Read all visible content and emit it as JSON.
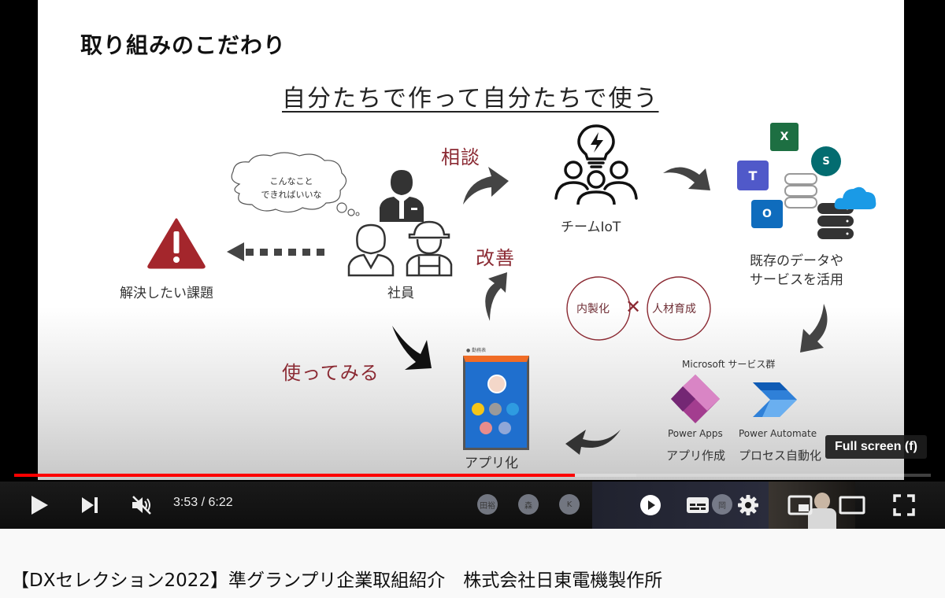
{
  "slide": {
    "title": "取り組みのこだわり",
    "subtitle": "自分たちで作って自分たちで使う",
    "issue_label": "解決したい課題",
    "thought_bubble": [
      "こんなこと",
      "できればいいな"
    ],
    "employees_label": "社員",
    "consult_label": "相談",
    "improve_label": "改善",
    "try_label": "使ってみる",
    "team_label": "チームIoT",
    "existing_label_line1": "既存のデータや",
    "existing_label_line2": "サービスを活用",
    "circle_left": "内製化",
    "circle_right": "人材育成",
    "cross_symbol": "✕",
    "app_label": "アプリ化",
    "microsoft_group_label": "Microsoft サービス群",
    "power_apps": {
      "name": "Power Apps",
      "desc": "アプリ作成"
    },
    "power_automate": {
      "name": "Power Automate",
      "desc": "プロセス自動化"
    },
    "service_icons": [
      "Excel",
      "SharePoint",
      "Teams",
      "Outlook",
      "Database",
      "Cloud"
    ],
    "colors": {
      "accent_red": "#8b2a33",
      "warning_red": "#a4262c",
      "power_apps": "#a33d8f",
      "power_automate": "#2563c9"
    }
  },
  "player": {
    "current_time": "3:53",
    "separator": " / ",
    "duration": "6:22",
    "progress_percent": 61,
    "tooltip": "Full screen (f)",
    "participant_avatars": [
      "田裕",
      "森",
      "K",
      "岡"
    ],
    "progress_color": "#ff0000"
  },
  "video": {
    "title": "【DXセレクション2022】準グランプリ企業取組紹介　株式会社日東電機製作所"
  }
}
